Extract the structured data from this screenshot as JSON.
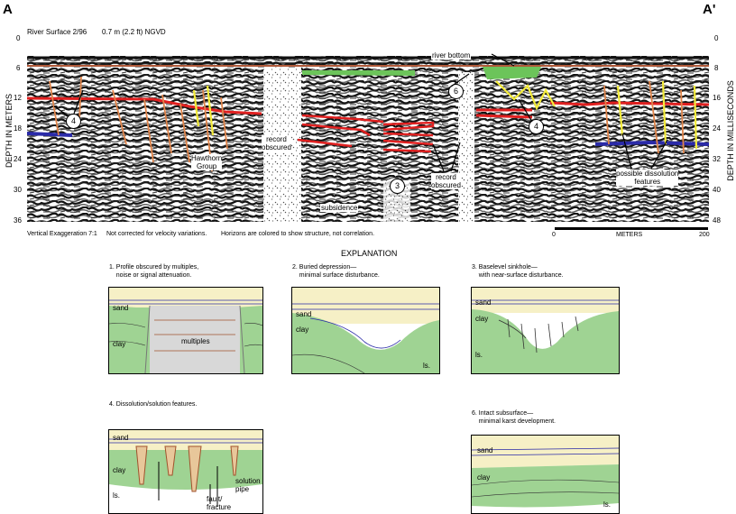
{
  "profile": {
    "left_id": "A",
    "right_id": "A'",
    "river_surface": "River Surface 2/96",
    "datum": "0.7 m (2.2 ft) NGVD",
    "left_axis_title": "DEPTH IN METERS",
    "right_axis_title": "DEPTH IN MILLISECONDS",
    "left_ticks": [
      "0",
      "6",
      "12",
      "18",
      "24",
      "30",
      "36"
    ],
    "right_ticks": [
      "0",
      "8",
      "16",
      "24",
      "32",
      "40",
      "48"
    ],
    "annotations": {
      "river_bottom": "river bottom",
      "record_obscured_1": "record\nobscured",
      "record_obscured_2": "record\nobscured",
      "hawthorn": "Hawthorn\nGroup",
      "subsidence": "subsidence",
      "possible_dissolution": "possible dissolution\nfeatures",
      "callouts": [
        "4",
        "3",
        "6",
        "4"
      ]
    },
    "notes": {
      "vertical_exaggeration": "Vertical Exaggeration 7:1",
      "velocity": "Not corrected for velocity variations.",
      "horizons": "Horizons are colored to show structure, not correlation."
    },
    "scale": {
      "start": "0",
      "label": "METERS",
      "end": "200"
    }
  },
  "explanation": {
    "title": "EXPLANATION",
    "panels": [
      {
        "caption": "1. Profile obscured by multiples,\n    noise or signal attenuation.",
        "labels": {
          "sand": "sand",
          "clay": "clay",
          "multiples": "multiples"
        }
      },
      {
        "caption": "2. Buried depression—\n    minimal surface disturbance.",
        "labels": {
          "sand": "sand",
          "clay": "clay",
          "ls": "ls."
        }
      },
      {
        "caption": "3. Baselevel sinkhole—\n    with near-surface disturbance.",
        "labels": {
          "sand": "sand",
          "clay": "clay",
          "ls": "ls."
        }
      },
      {
        "caption": "4. Dissolution/solution features.",
        "labels": {
          "sand": "sand",
          "clay": "clay",
          "ls": "ls.",
          "fault": "fault/\nfracture",
          "pipe": "solution\npipe"
        }
      },
      {
        "caption": "6. Intact subsurface—\n    minimal karst development.",
        "labels": {
          "sand": "sand",
          "clay": "clay",
          "ls": "ls."
        }
      }
    ]
  },
  "colors": {
    "sand": "#f6f0c6",
    "clay": "#9fd393",
    "red_horizon": "#e02020",
    "blue_horizon": "#2a2aa8",
    "yellow": "#f4ec3a",
    "orange": "#e0844a",
    "green_bottom": "#6cc45a",
    "multiples_fill": "#d8d8d8"
  }
}
